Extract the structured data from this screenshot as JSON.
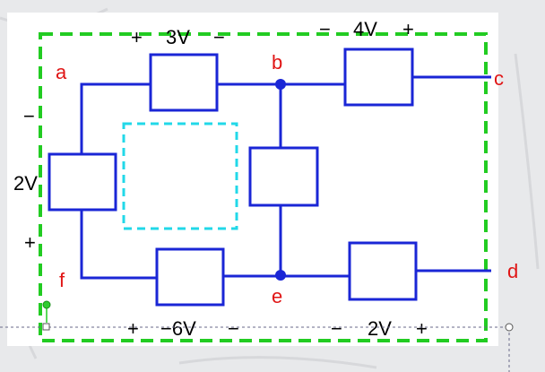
{
  "labels": {
    "node_a": "a",
    "node_b": "b",
    "node_c": "c",
    "node_d": "d",
    "node_e": "e",
    "node_f": "f",
    "top_left_plus": "+",
    "top_left_voltage": "3V",
    "top_left_minus": "−",
    "top_right_minus": "−",
    "top_right_voltage": "4V",
    "top_right_plus": "+",
    "left_minus": "−",
    "left_voltage": "2V",
    "left_plus": "+",
    "bottom_left_plus": "+",
    "bottom_left_voltage": "−6V",
    "bottom_left_minus": "−",
    "bottom_right_minus": "−",
    "bottom_right_voltage": "2V",
    "bottom_right_plus": "+"
  },
  "colors": {
    "wire": "#1a26d6",
    "node_label": "#e01515",
    "voltage_label": "#000000",
    "outer_boundary": "#22cc22",
    "inner_boundary": "#22d8e8",
    "background": "#ffffff",
    "texture": "#e9eaec"
  }
}
